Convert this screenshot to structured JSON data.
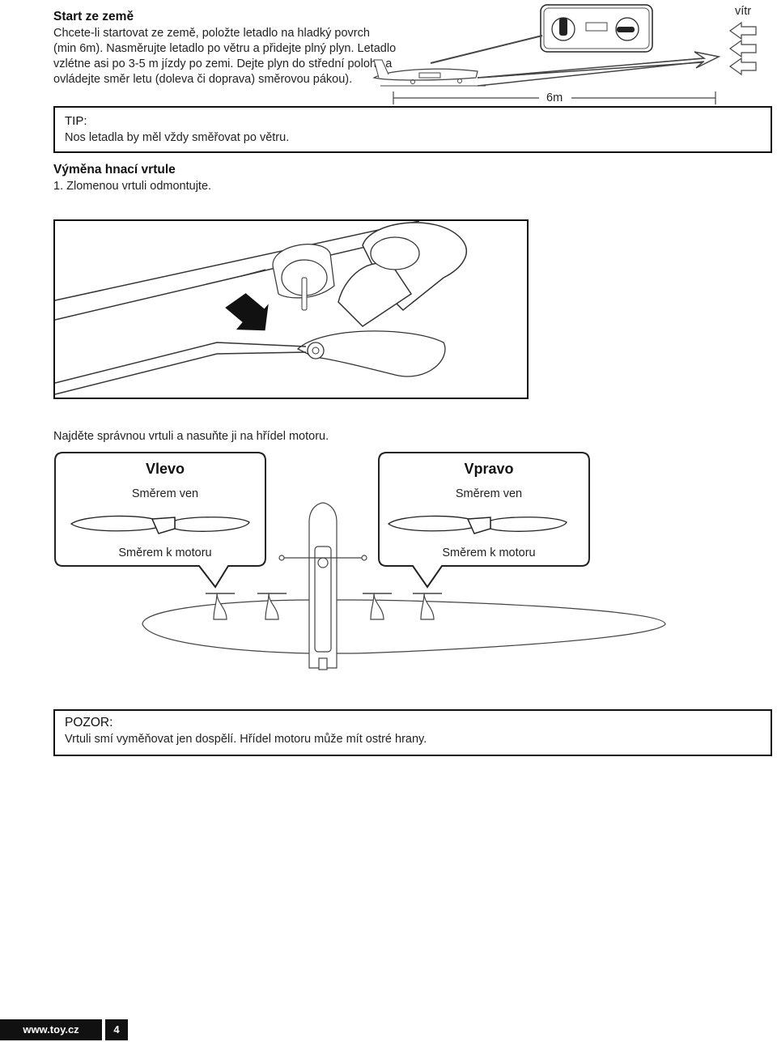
{
  "takeoff": {
    "heading": "Start ze země",
    "lines": [
      "Chcete-li startovat ze země, položte letadlo na hladký povrch",
      "(min 6m). Nasměrujte letadlo po větru a přidejte plný plyn. Letadlo",
      "vzlétne asi po 3-5 m jízdy po zemi. Dejte plyn do střední polohy a",
      "ovládejte směr letu (doleva či doprava) směrovou pákou)."
    ],
    "distance_label": "6m",
    "wind_label": "vítr"
  },
  "tip": {
    "label": "TIP:",
    "text": "Nos letadla by měl vždy směřovat po větru."
  },
  "propeller": {
    "heading": "Výměna hnací vrtule",
    "step1": "1. Zlomenou vrtuli odmontujte.",
    "instruction": "Najděte správnou vrtuli a nasuňte ji na hřídel motoru.",
    "left": {
      "title": "Vlevo",
      "outward": "Směrem ven",
      "toward_motor": "Směrem k motoru"
    },
    "right": {
      "title": "Vpravo",
      "outward": "Směrem ven",
      "toward_motor": "Směrem k motoru"
    }
  },
  "warning": {
    "label": "POZOR:",
    "text": "Vrtuli smí vyměňovat jen dospělí. Hřídel motoru může mít ostré hrany."
  },
  "footer": {
    "site": "www.toy.cz",
    "page": "4"
  }
}
